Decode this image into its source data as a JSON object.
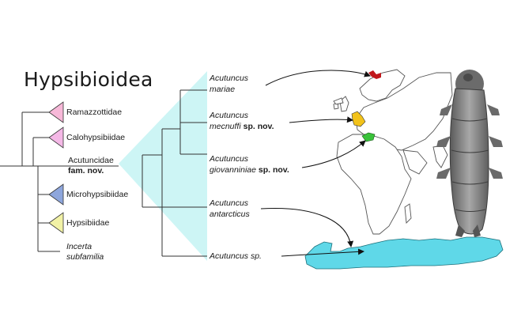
{
  "title": "Hypsibioidea",
  "families": [
    {
      "label": "Ramazzottidae",
      "color": "#f7b8d8"
    },
    {
      "label": "Calohypsibiidae",
      "color": "#f4b8e6"
    },
    {
      "label": "Microhypsibiidae",
      "color": "#8ea6dc"
    },
    {
      "label": "Hypsibiidae",
      "color": "#f2f2a6"
    }
  ],
  "new_family": {
    "name": "Acutuncidae",
    "status": "fam. nov."
  },
  "incerta": {
    "line1": "Incerta",
    "line2": "subfamilia"
  },
  "species": [
    {
      "genus": "Acutuncus",
      "epithet": "mariae",
      "status": ""
    },
    {
      "genus": "Acutuncus",
      "epithet": "mecnuffi",
      "status": "sp. nov."
    },
    {
      "genus": "Acutuncus",
      "epithet": "giovanniniae",
      "status": "sp. nov."
    },
    {
      "genus": "Acutuncus",
      "epithet": "antarcticus",
      "status": ""
    },
    {
      "genus": "Acutuncus sp.",
      "epithet": "",
      "status": ""
    }
  ],
  "colors": {
    "clade_fan": "#cdf5f5",
    "antarctica": "#5fd8e8",
    "map": "#ffffff",
    "mariae_site": "#c0161b",
    "mecnuffi_site": "#f2c21a",
    "giovanniniae_site": "#39c23a",
    "tardigrade": "#8c8c8c"
  }
}
